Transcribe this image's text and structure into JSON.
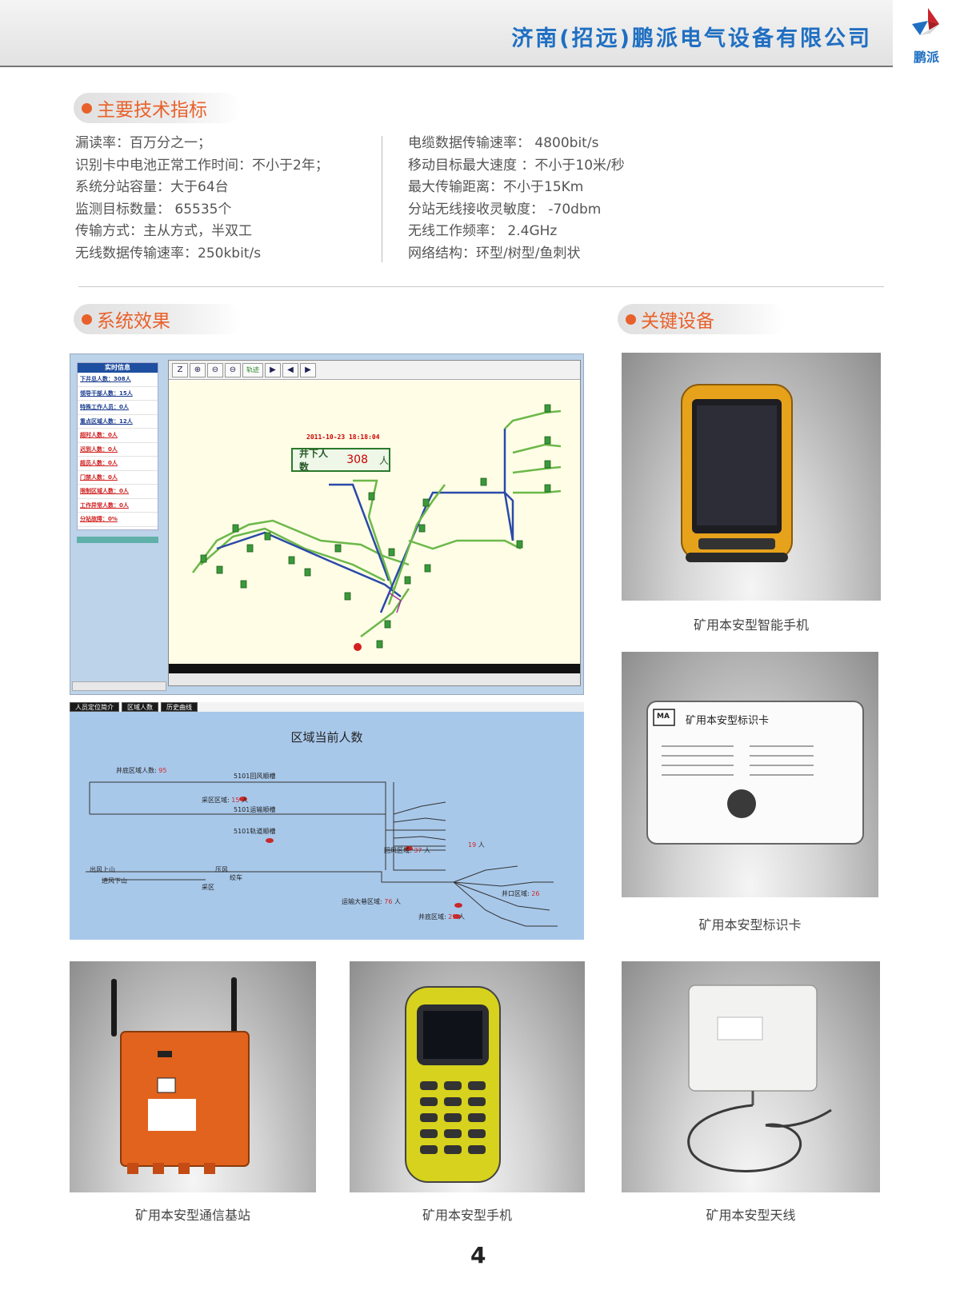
{
  "header": {
    "company": "济南(招远)鹏派电气设备有限公司",
    "logo_text": "鹏派"
  },
  "section_specs": {
    "title": "主要技术指标",
    "left": [
      "漏读率：百万分之一；",
      "识别卡中电池正常工作时间：不小于2年；",
      "系统分站容量：大于64台",
      "监测目标数量： 65535个",
      "传输方式：主从方式，半双工",
      "无线数据传输速率：250kbit/s"
    ],
    "right": [
      "电缆数据传输速率： 4800bit/s",
      "移动目标最大速度 ：不小于10米/秒",
      "最大传输距离：不小于15Km",
      "分站无线接收灵敏度： -70dbm",
      "无线工作频率： 2.4GHz",
      "网络结构：环型/树型/鱼刺状"
    ]
  },
  "section_effect": {
    "title": "系统效果"
  },
  "section_devices": {
    "title": "关键设备"
  },
  "screen1": {
    "side_header": "实时信息",
    "side_items": [
      {
        "text": "下井总人数：308人",
        "color": "blue"
      },
      {
        "text": "领导干部人数：15人",
        "color": "blue"
      },
      {
        "text": "特殊工作人员：0人",
        "color": "blue"
      },
      {
        "text": "重点区域人数：12人",
        "color": "blue"
      },
      {
        "text": "超时人数：0人",
        "color": "red"
      },
      {
        "text": "迟到人数：0人",
        "color": "red"
      },
      {
        "text": "超员人数：0人",
        "color": "red"
      },
      {
        "text": "门禁人数：0人",
        "color": "red"
      },
      {
        "text": "限制区域人数：0人",
        "color": "red"
      },
      {
        "text": "工作异常人数：0人",
        "color": "red"
      },
      {
        "text": "分站故障：0%",
        "color": "red"
      }
    ],
    "toolbar": [
      "Z",
      "⊕",
      "⊖",
      "⊖",
      "轨迹",
      "▶",
      "◀",
      "▶"
    ],
    "datetime": "2011-10-23  18:18:04",
    "count_label": "井下人数",
    "count_value": "308",
    "count_unit": "人"
  },
  "screen2": {
    "tabs": [
      "人员定位简介",
      "区域人数",
      "历史曲线"
    ],
    "title": "区域当前人数",
    "labels": {
      "jingdi": "井底区域人数:",
      "jingdi_num": "95",
      "huifeng": "5101回风顺槽",
      "caiqu": "采区区域:",
      "caiqu_num": "15",
      "ren": "人",
      "yunshu": "5101运输顺槽",
      "guidao": "5101轨道顺槽",
      "yunshu_dxd": "运输大巷区域:",
      "yunshu_dxd_num": "37",
      "yunshu_dxd2_num": "76",
      "jingkou": "井口区域:",
      "jingkou_num": "26",
      "jingdi2": "井底区域:",
      "jingdi2_num": "29",
      "huifeng_qu": "回风区域:",
      "huifeng_qu_num": "19",
      "chufeng": "出风上山",
      "jinfeng": "进风下山",
      "yadong": "压风",
      "yaoche": "绞车",
      "caiqu2": "采区"
    }
  },
  "devices": [
    {
      "caption": "矿用本安型智能手机"
    },
    {
      "caption": "矿用本安型标识卡"
    },
    {
      "caption": "矿用本安型通信基站"
    },
    {
      "caption": "矿用本安型手机"
    },
    {
      "caption": "矿用本安型天线"
    }
  ],
  "card": {
    "mark": "MA",
    "title": "矿用本安型标识卡"
  },
  "page_number": "4",
  "colors": {
    "accent": "#e8612b",
    "brand": "#1f6fc2"
  }
}
